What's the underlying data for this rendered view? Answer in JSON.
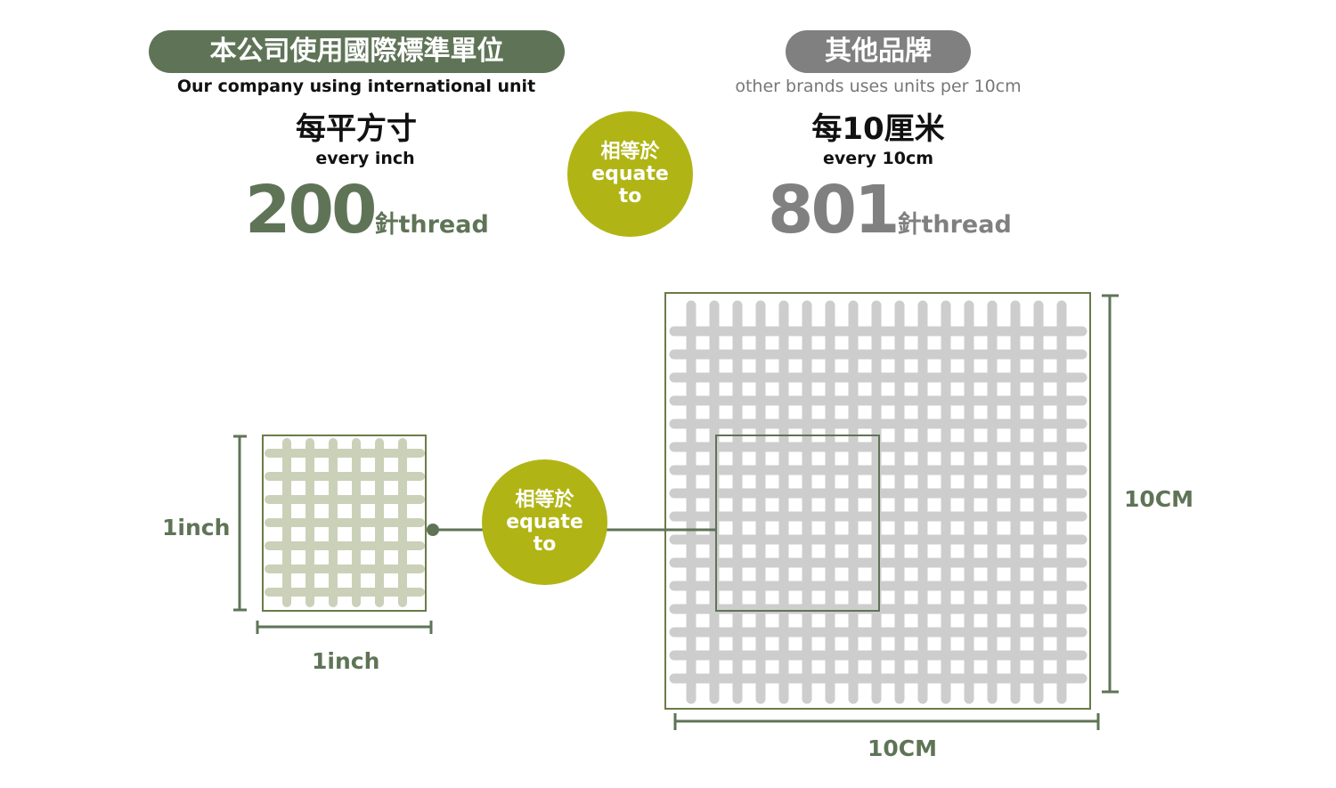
{
  "left": {
    "title_zh": "本公司使用國際標準單位",
    "title_en": "Our company using international unit",
    "unit_zh": "每平方寸",
    "unit_en": "every inch",
    "count": "200",
    "count_suffix": "針thread"
  },
  "right": {
    "title_zh": "其他品牌",
    "title_en": "other brands uses units per 10cm",
    "unit_zh": "每10厘米",
    "unit_en": "every 10cm",
    "count": "801",
    "count_suffix": "針thread"
  },
  "equate": {
    "zh": "相等於",
    "en1": "equate",
    "en2": "to"
  },
  "diagram": {
    "small_height_label": "1inch",
    "small_width_label": "1inch",
    "big_height_label": "10CM",
    "big_width_label": "10CM"
  },
  "colors": {
    "dark_green": "#5f7457",
    "lime": "#b0b515",
    "gray_pill": "#808080",
    "light_grid": "#cbd0b8",
    "gray_grid": "#cdcdcd"
  }
}
